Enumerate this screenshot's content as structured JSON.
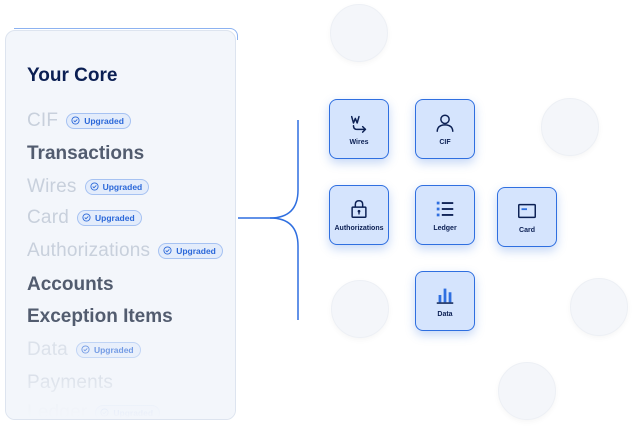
{
  "core_panel": {
    "title": "Your Core",
    "items": [
      {
        "label": "CIF",
        "badge": "Upgraded"
      },
      {
        "label": "Transactions"
      },
      {
        "label": "Wires",
        "badge": "Upgraded"
      },
      {
        "label": "Card",
        "badge": "Upgraded"
      },
      {
        "label": "Authorizations",
        "badge": "Upgraded"
      },
      {
        "label": "Accounts"
      },
      {
        "label": "Exception Items"
      },
      {
        "label": "Data",
        "badge": "Upgraded"
      },
      {
        "label": "Payments"
      },
      {
        "label": "Ledger",
        "badge": "Upgraded"
      }
    ]
  },
  "modules": [
    {
      "label": "Wires",
      "icon": "wire-transfer-icon"
    },
    {
      "label": "CIF",
      "icon": "user-icon"
    },
    {
      "label": "Authorizations",
      "icon": "lock-icon"
    },
    {
      "label": "Ledger",
      "icon": "list-icon"
    },
    {
      "label": "Card",
      "icon": "card-icon"
    },
    {
      "label": "Data",
      "icon": "bar-chart-icon"
    }
  ],
  "colors": {
    "accent": "#2f6fe0",
    "tile_bg": "#d5e4fd",
    "title": "#0b1f53",
    "panel_bg": "#f3f6fb"
  }
}
